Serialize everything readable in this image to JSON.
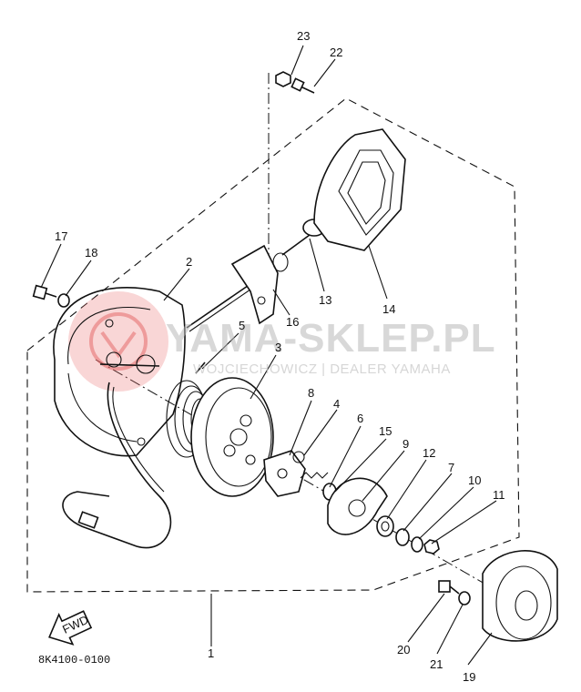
{
  "diagram": {
    "part_code": "8K4100-0100",
    "fwd_label": "FWD",
    "watermark": {
      "title": "YAMA-SKLEP.PL",
      "subtitle": "WOJCIECHOWICZ | DEALER YAMAHA"
    },
    "callouts": [
      "1",
      "2",
      "3",
      "4",
      "5",
      "6",
      "7",
      "8",
      "9",
      "10",
      "11",
      "12",
      "13",
      "14",
      "15",
      "16",
      "17",
      "18",
      "19",
      "20",
      "21",
      "22",
      "23"
    ]
  }
}
